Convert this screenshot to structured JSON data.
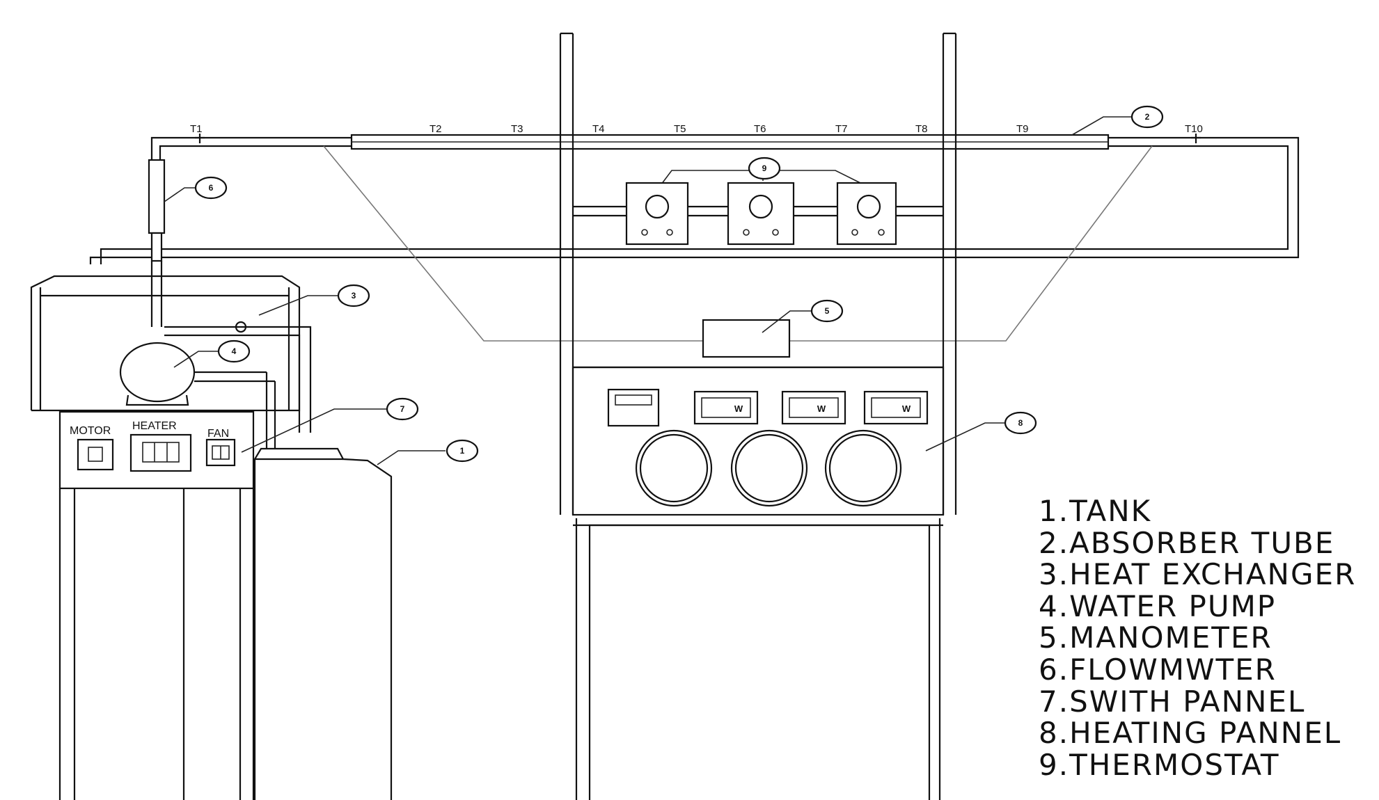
{
  "sensors": [
    "T1",
    "T2",
    "T3",
    "T4",
    "T5",
    "T6",
    "T7",
    "T8",
    "T9",
    "T10"
  ],
  "callouts": [
    "1",
    "2",
    "3",
    "4",
    "5",
    "6",
    "7",
    "8",
    "9"
  ],
  "switch_panel": {
    "motor": "MOTOR",
    "heater": "HEATER",
    "fan": "FAN"
  },
  "wattmeters": [
    "W",
    "W",
    "W"
  ],
  "legend": [
    "1.TANK",
    "2.ABSORBER TUBE",
    "3.HEAT EXCHANGER",
    "4.WATER PUMP",
    "5.MANOMETER",
    "6.FLOWMWTER",
    "7.SWITH PANNEL",
    "8.HEATING PANNEL",
    "9.THERMOSTAT"
  ]
}
